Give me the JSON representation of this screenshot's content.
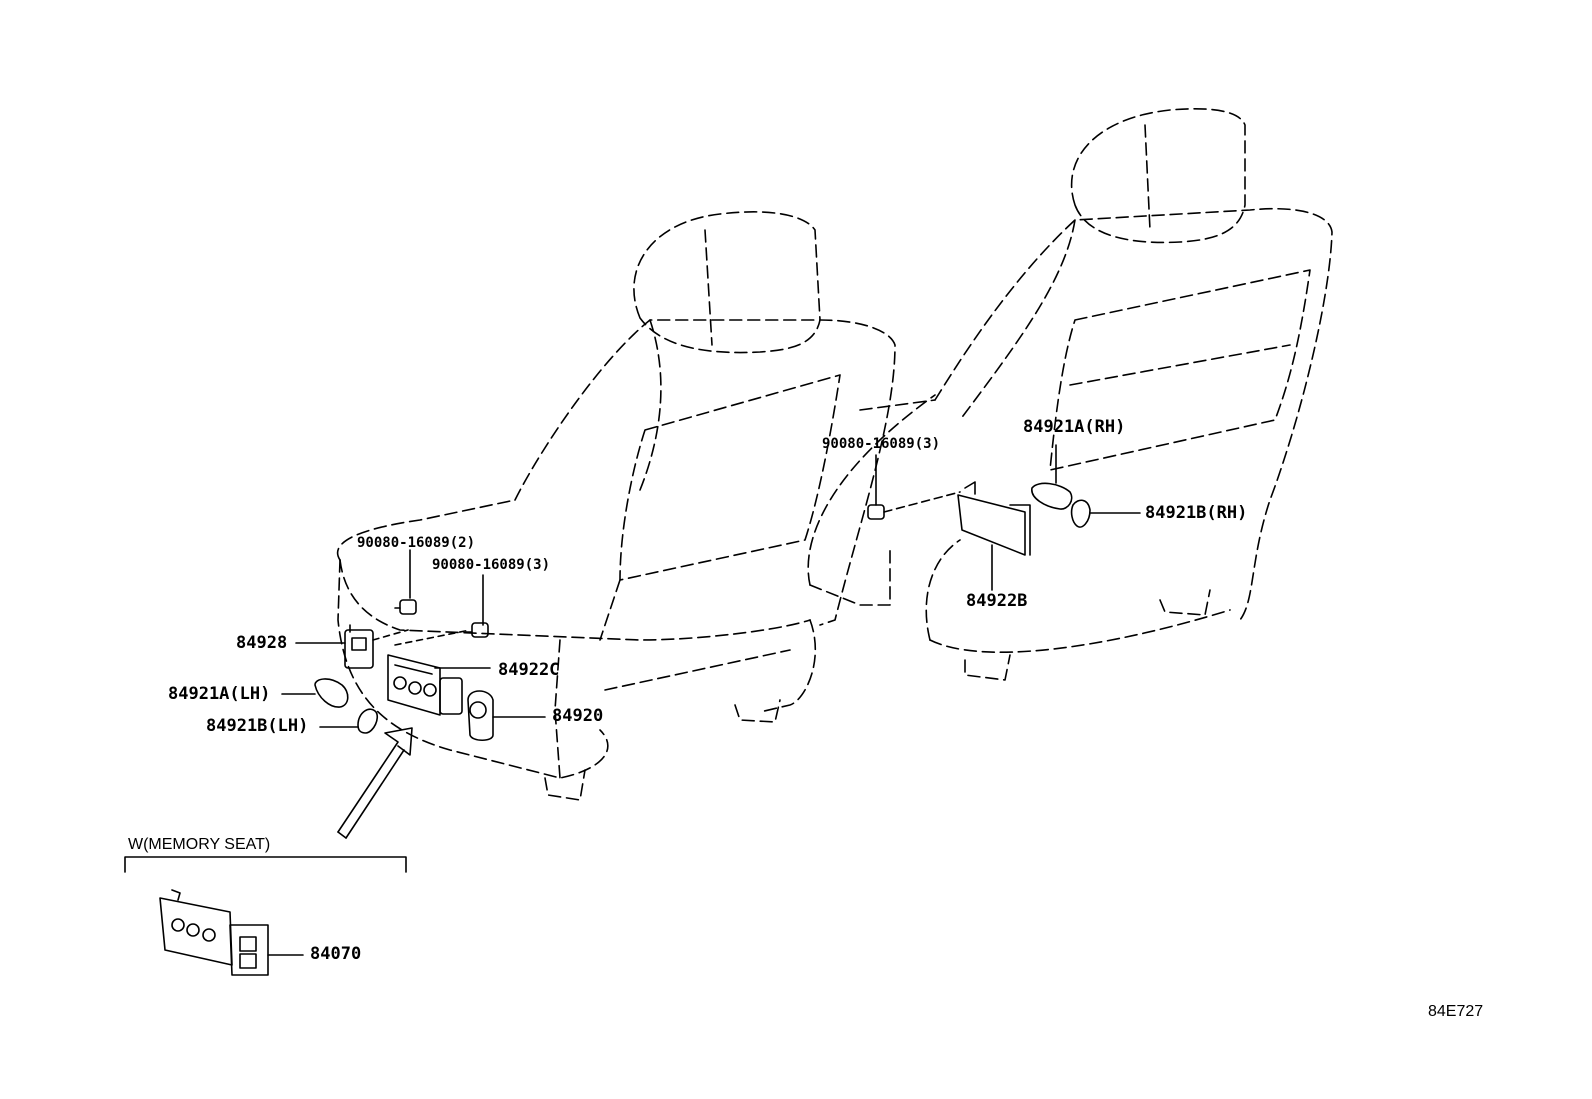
{
  "diagram": {
    "labels": {
      "bolt_lh_1": "90080-16089(2)",
      "bolt_lh_2": "90080-16089(3)",
      "bolt_rh": "90080-16089(3)",
      "p84928": "84928",
      "p84922c": "84922C",
      "p84920": "84920",
      "p84921a_lh": "84921A(LH)",
      "p84921b_lh": "84921B(LH)",
      "p84921a_rh": "84921A(RH)",
      "p84921b_rh": "84921B(RH)",
      "p84922b": "84922B",
      "p84070": "84070"
    },
    "memory_seat_caption": "W(MEMORY SEAT)",
    "figure_code": "84E727"
  }
}
